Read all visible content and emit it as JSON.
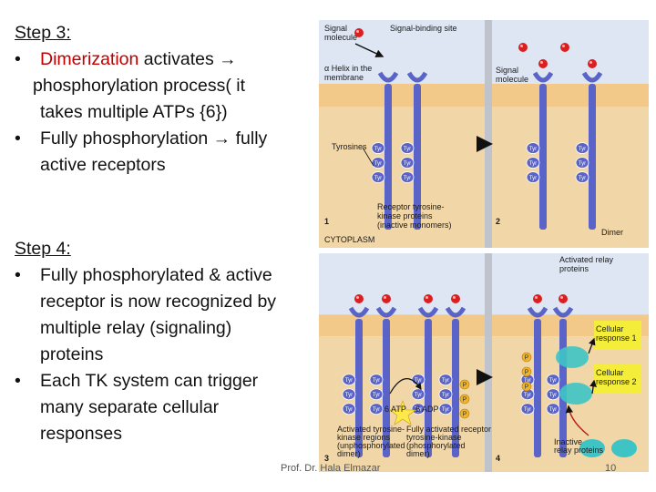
{
  "step3": {
    "heading": "Step 3:",
    "b1_highlight": "Dimerization",
    "b1_rest_1": " activates →",
    "b1_line2": "phosphorylation process( it",
    "b1_line3": "takes multiple ATPs {6})",
    "b2_line1": "Fully phosphorylation → fully",
    "b2_line2": "active receptors"
  },
  "step4": {
    "heading": "Step 4:",
    "b1_lines": [
      "Fully phosphorylated & active",
      "receptor is now recognized by",
      "multiple relay (signaling)",
      "proteins"
    ],
    "b2_lines": [
      "Each TK system can trigger",
      "many separate cellular",
      "responses"
    ]
  },
  "footer": "Prof. Dr. Hala Elmazar",
  "page_number": "10",
  "diagram": {
    "labels": {
      "signal_molecule": [
        "Signal",
        "molecule"
      ],
      "signal_binding_site": "Signal-binding site",
      "alpha_helix": [
        "α Helix in the",
        "membrane"
      ],
      "signal_molecule_2": [
        "Signal",
        "molecule"
      ],
      "tyrosines": "Tyrosines",
      "receptor_proteins": [
        "Receptor tyrosine-",
        "kinase proteins",
        "(inactive monomers)"
      ],
      "cytoplasm": "CYTOPLASM",
      "dimer": "Dimer",
      "activated_relay": [
        "Activated relay",
        "proteins"
      ],
      "cellular_response_1": [
        "Cellular",
        "response 1"
      ],
      "cellular_response_2": [
        "Cellular",
        "response 2"
      ],
      "atp": "6 ATP",
      "adp": "6 ADP",
      "activated_regions": [
        "Activated tyrosine-",
        "kinase regions",
        "(unphosphorylated",
        "dimer)"
      ],
      "fully_activated": [
        "Fully activated receptor",
        "tyrosine-kinase",
        "(phosphorylated",
        "dimer)"
      ],
      "inactive_relay": [
        "Inactive",
        "relay proteins"
      ],
      "tyr": "Tyr",
      "p": "P",
      "panel_1": "1",
      "panel_2": "2",
      "panel_3": "3",
      "panel_4": "4"
    },
    "colors": {
      "cell_exterior": "#dde6f2",
      "membrane": "#f3c98a",
      "cytoplasm": "#f1d6a8",
      "receptor": "#5a63c8",
      "signal": "#d92020",
      "relay": "#3ec4c4",
      "response_box": "#f4ee3a",
      "phosphate": "#f0b428"
    }
  }
}
